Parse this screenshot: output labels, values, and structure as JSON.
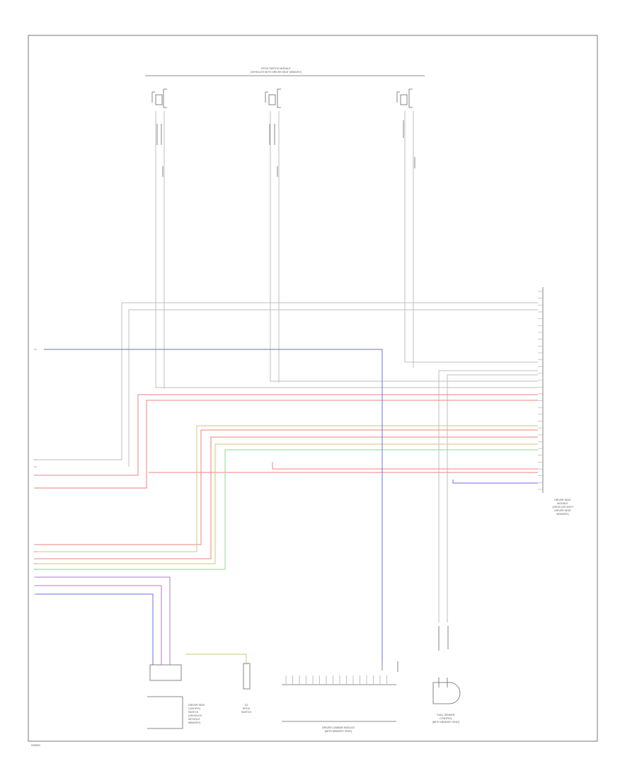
{
  "diagram": {
    "page_code": "W3050",
    "top_connector_label": "EPOS SWITCH MODULE",
    "top_connector_sublabel": "(VEHICLES WITH DRIVER SEAT MEMORY)",
    "right_module_label": [
      "DRIVER SEAT",
      "MODULE",
      "(VEHICLES WITH",
      "DRIVER SEAT",
      "MEMORY)"
    ],
    "left_bottom_label": [
      "DRIVER SEAT",
      "CONTROL",
      "SWITCH",
      "(VEHICLES",
      "WITHOUT",
      "MEMORY)"
    ],
    "small_connector_label": [
      "C2",
      "EPOS",
      "SWITCH"
    ],
    "lumbar_label": [
      "DRIVER LUMBAR MODULE",
      "(WITH MEMORY SEAT)"
    ],
    "lumbar_sublabel": "",
    "right_bottom_label": [
      "FUEL SENDER",
      "CONTROL",
      "(WITH MEMORY SEAT)"
    ],
    "pin_count_right": 30,
    "wire_colors": {
      "gray": "#bfbfbf",
      "red": "#f08080",
      "blue": "#6b6bf0",
      "yellow": "#cfc77a",
      "green": "#8fd88f",
      "purple": "#b07ed0"
    }
  }
}
